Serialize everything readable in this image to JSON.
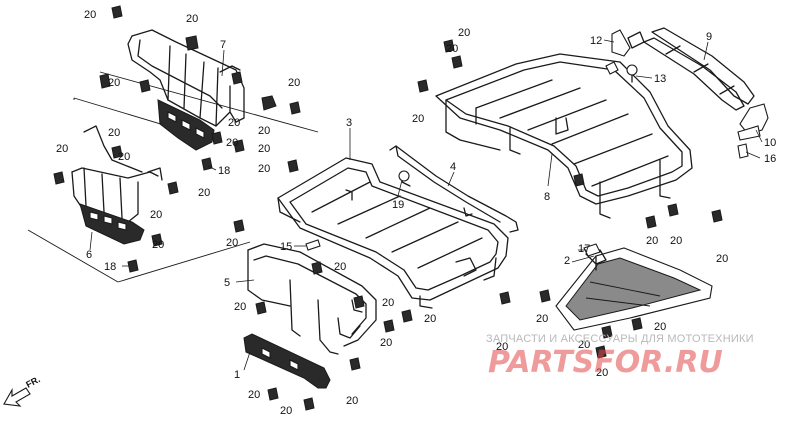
{
  "watermark": {
    "subtitle": "ЗАПЧАСТИ И АКСЕССУАРЫ ДЛЯ МОТОТЕХНИКИ",
    "brand": "PARTSFOR.RU"
  },
  "direction": {
    "label": "FR."
  },
  "parts": [
    {
      "id": "1",
      "label": "1"
    },
    {
      "id": "2",
      "label": "2"
    },
    {
      "id": "3",
      "label": "3"
    },
    {
      "id": "4",
      "label": "4"
    },
    {
      "id": "5",
      "label": "5"
    },
    {
      "id": "6",
      "label": "6"
    },
    {
      "id": "7",
      "label": "7"
    },
    {
      "id": "8",
      "label": "8"
    },
    {
      "id": "9",
      "label": "9"
    },
    {
      "id": "10",
      "label": "10"
    },
    {
      "id": "12",
      "label": "12"
    },
    {
      "id": "13",
      "label": "13"
    },
    {
      "id": "15",
      "label": "15"
    },
    {
      "id": "16",
      "label": "16"
    },
    {
      "id": "17",
      "label": "17"
    },
    {
      "id": "18",
      "label": "18"
    },
    {
      "id": "19",
      "label": "19"
    },
    {
      "id": "20",
      "label": "20"
    }
  ]
}
